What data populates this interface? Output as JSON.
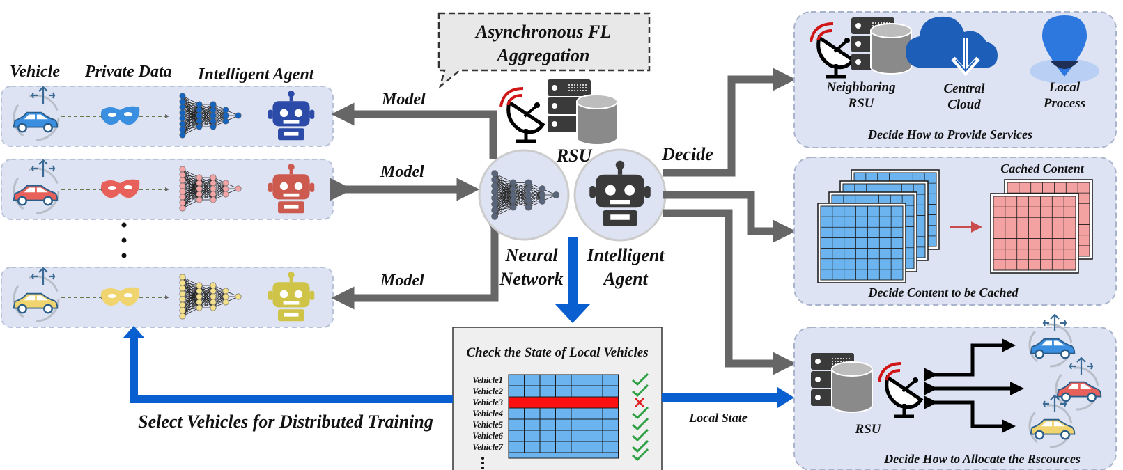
{
  "header": {
    "vehicle": "Vehicle",
    "private_data": "Private Data",
    "intelligent_agent": "Intelligent Agent"
  },
  "callout": {
    "line1": "Asynchronous FL",
    "line2": "Aggregation"
  },
  "model_labels": [
    "Model",
    "Model",
    "Model"
  ],
  "vehicle_rows": [
    {
      "color": "#3a8fe0",
      "net_color": "#1565c0",
      "robot_color": "#2c4aa8"
    },
    {
      "color": "#e8605a",
      "net_color": "#f4a6a6",
      "robot_color": "#cc5a4e"
    },
    {
      "color": "#f0d470",
      "net_color": "#f4e08a",
      "robot_color": "#cfc448"
    }
  ],
  "rsu": {
    "label": "RSU",
    "nn_line1": "Neural",
    "nn_line2": "Network",
    "agent_line1": "Intelligent",
    "agent_line2": "Agent"
  },
  "decide_label": "Decide",
  "panel1": {
    "neighbor_line1": "Neighboring",
    "neighbor_line2": "RSU",
    "cloud_line1": "Central",
    "cloud_line2": "Cloud",
    "local_line1": "Local",
    "local_line2": "Process",
    "caption": "Decide How to Provide Services"
  },
  "panel2": {
    "cached_label": "Cached Content",
    "caption": "Decide Content to be Cached"
  },
  "panel3": {
    "rsu_label": "RSU",
    "caption": "Decide How to Allocate the Rscources"
  },
  "state_box": {
    "title": "Check the State of Local Vehicles",
    "vehicles": [
      "Vehicle1",
      "Vehicle2",
      "Vehicle3",
      "Vehicle4",
      "Vehicle5",
      "Vehicle6",
      "Vehicle7"
    ],
    "status": [
      "check",
      "check",
      "cross",
      "check",
      "check",
      "check",
      "check"
    ]
  },
  "local_state_label": "Local State",
  "select_label": "Select Vehicles for Distributed Training",
  "colors": {
    "panel_fill": "#dde3f3",
    "arrow_gray": "#666666",
    "arrow_blue": "#0a5fd0",
    "grid_blue": "#6bb4f0",
    "grid_pink": "#f4a1a1",
    "highlight_red": "#ff1010",
    "check_green": "#2ea043"
  }
}
